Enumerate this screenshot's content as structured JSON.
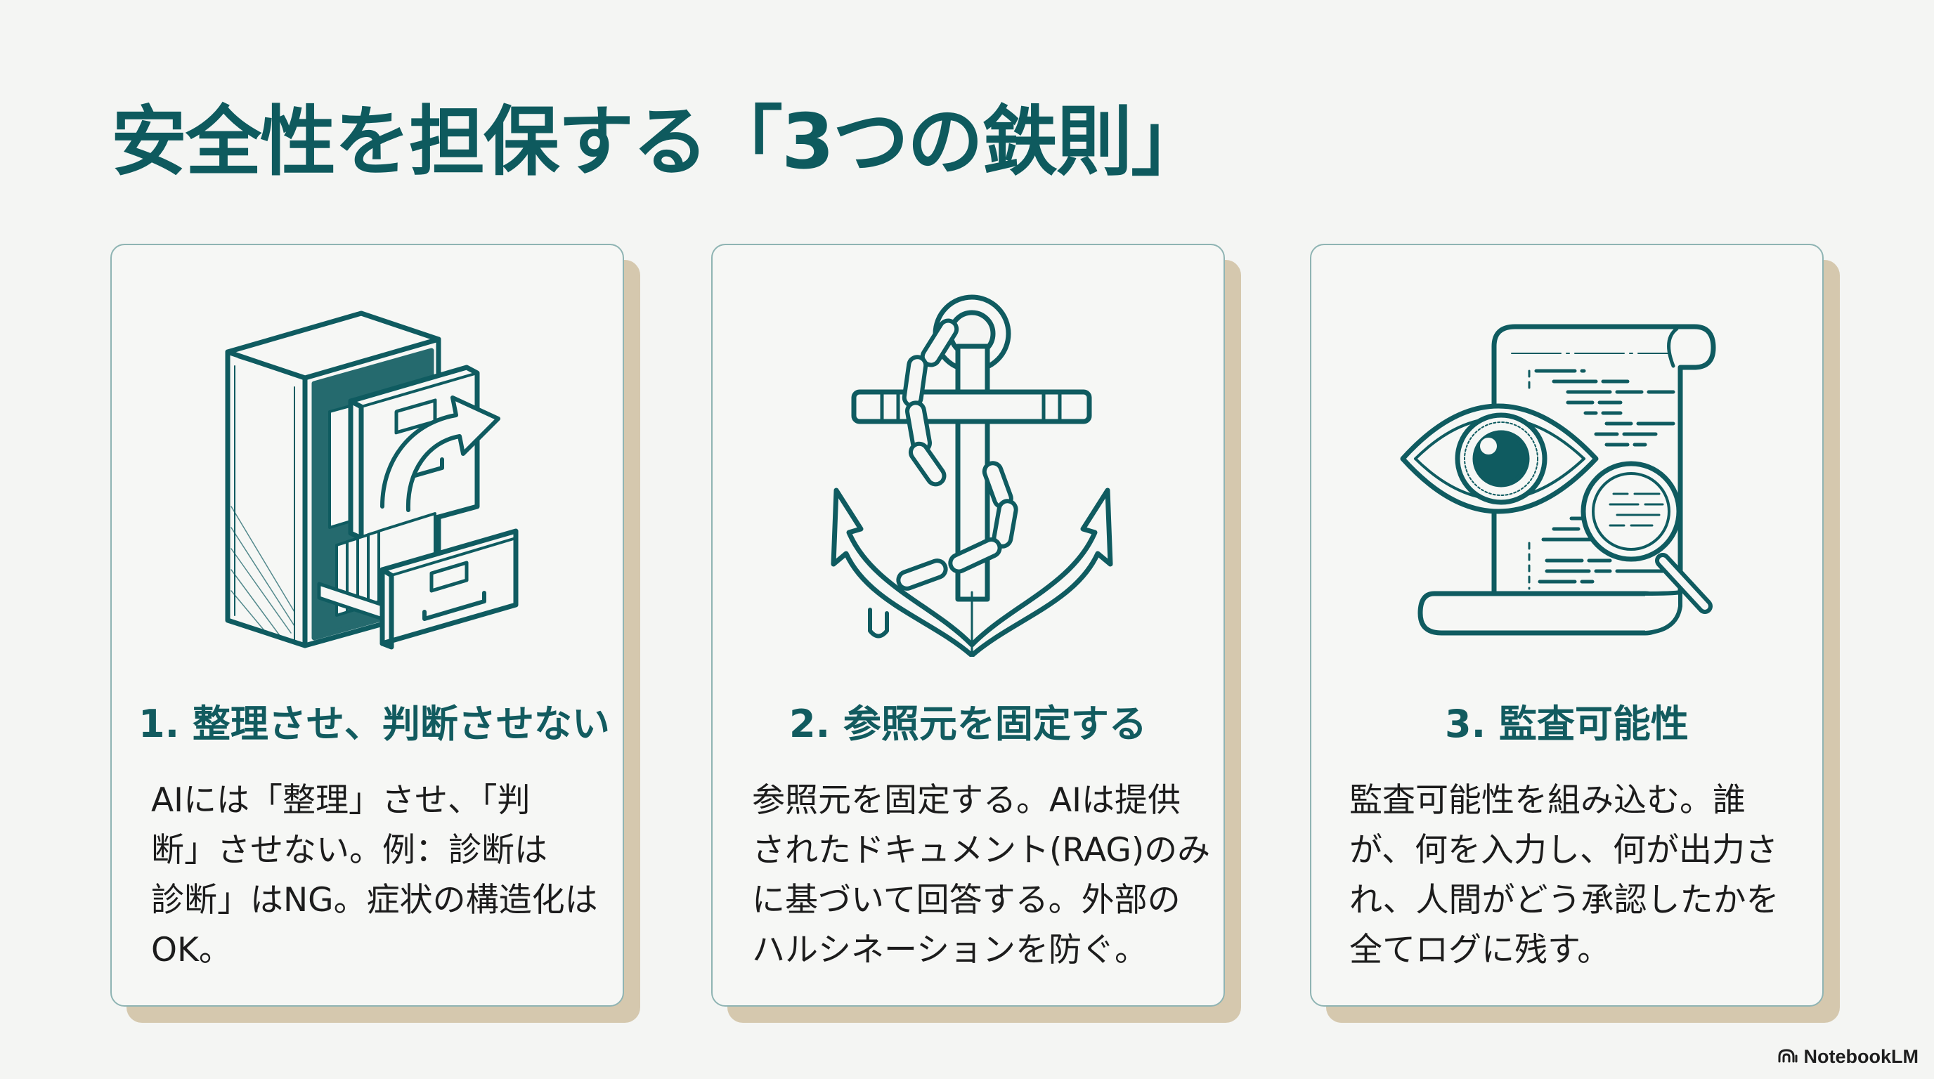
{
  "slide": {
    "title": "安全性を担保する「3つの鉄則」",
    "colors": {
      "title": "#0e5a5e",
      "heading": "#125b5f",
      "icon_stroke": "#0f5b60",
      "card_border": "#8fb4b3",
      "card_shadow": "#d5c8ae",
      "background": "#f4f5f3"
    }
  },
  "cards": [
    {
      "icon": "filing-cabinet-icon",
      "heading": "1. 整理させ、判断させない",
      "body_lines": [
        "AIには「整理」させ、「判",
        "断」させない。例：診断は",
        "診断」はNG。症状の構造化は",
        "OK。"
      ]
    },
    {
      "icon": "anchor-icon",
      "heading": "2. 参照元を固定する",
      "body_lines": [
        "参照元を固定する。AIは提供",
        "されたドキュメント(RAG)のみ",
        "に基づいて回答する。外部の",
        "ハルシネーションを防ぐ。"
      ]
    },
    {
      "icon": "eye-audit-log-icon",
      "heading": "3. 監査可能性",
      "body_lines": [
        "監査可能性を組み込む。誰",
        "が、何を入力し、何が出力さ",
        "れ、人間がどう承認したかを",
        "全てログに残す。"
      ]
    }
  ],
  "footer": {
    "brand_icon": "notebooklm-logo-icon",
    "brand_label": "NotebookLM"
  }
}
